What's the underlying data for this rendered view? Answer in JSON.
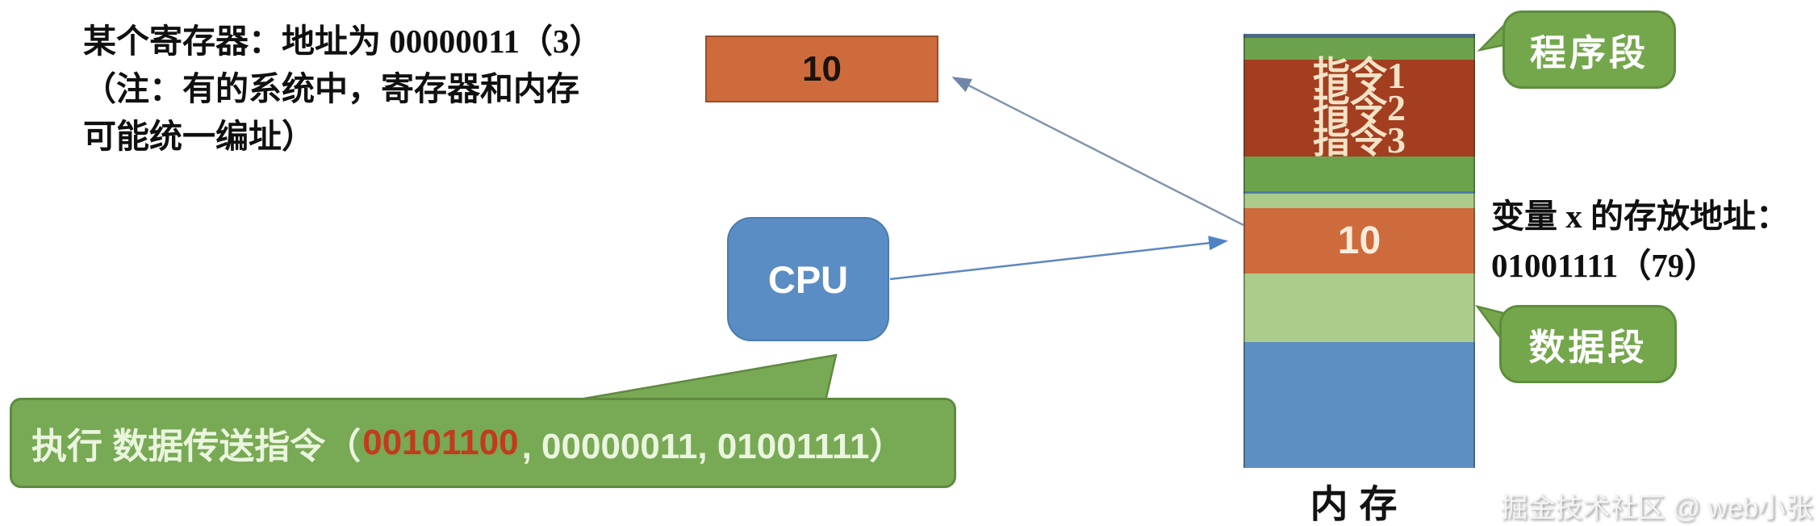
{
  "note": {
    "lines": [
      "某个寄存器：地址为 00000011（3）",
      "（注：有的系统中，寄存器和内存",
      "可能统一编址）"
    ]
  },
  "register": {
    "value": "10"
  },
  "cpu": {
    "label": "CPU"
  },
  "banner": {
    "prefix": "执行 数据传送指令（",
    "opcode": "00101100",
    "suffix": ", 00000011, 01001111）"
  },
  "memory": {
    "caption": "内存",
    "cell_value": "10",
    "instructions": [
      "指令1",
      "指令2",
      "指令3"
    ],
    "segments": [
      {
        "name": "top-line",
        "color": "#4A6A85",
        "height": 5
      },
      {
        "name": "program-green-top",
        "color": "#6DA24C",
        "height": 27
      },
      {
        "name": "instructions",
        "color": "#A43E20",
        "height": 120
      },
      {
        "name": "program-green-bottom",
        "color": "#6DA24C",
        "height": 43
      },
      {
        "name": "divider-line",
        "color": "#4E7CA8",
        "height": 3
      },
      {
        "name": "data-light-green-top",
        "color": "#ACCC8C",
        "height": 18
      },
      {
        "name": "variable-cell",
        "color": "#CE6B3C",
        "height": 81
      },
      {
        "name": "data-light-green-bottom",
        "color": "#ACCC8C",
        "height": 85
      },
      {
        "name": "free-blue",
        "color": "#5E8FC2",
        "height": 156
      }
    ]
  },
  "callouts": {
    "program": "程序段",
    "data": "数据段"
  },
  "variable_note": {
    "lines": [
      "变量 x 的存放地址：",
      "01001111（79）"
    ]
  },
  "watermark": "掘金技术社区 @ web小张",
  "colors": {
    "register_orange": "#CE6B3C",
    "cpu_blue": "#5B8DC5",
    "banner_green": "#78A954",
    "callout_green": "#74A74C",
    "instruction_red": "#A43E20",
    "memory_green": "#6DA24C",
    "memory_light_green": "#ACCC8C",
    "memory_blue": "#5E8FC2",
    "opcode_red": "#C23B1E",
    "arrow_gray_blue": "#8494AF",
    "arrow_blue": "#5C87C0"
  }
}
